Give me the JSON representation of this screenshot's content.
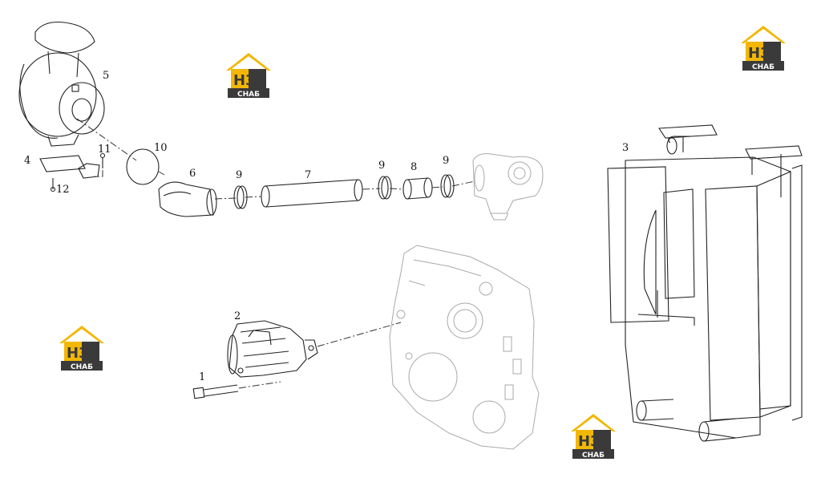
{
  "callouts": {
    "c1": "1",
    "c2": "2",
    "c3": "3",
    "c4": "4",
    "c5": "5",
    "c6": "6",
    "c7": "7",
    "c8": "8",
    "c9a": "9",
    "c9b": "9",
    "c9c": "9",
    "c10": "10",
    "c11": "11",
    "c12": "12"
  },
  "watermark": {
    "mark": "НЗ",
    "word": "СНАБ"
  },
  "colors": {
    "logo_yellow": "#f2b705",
    "logo_dark": "#3a3a3a",
    "line": "#222222",
    "grey_part": "#aaaaaa"
  }
}
